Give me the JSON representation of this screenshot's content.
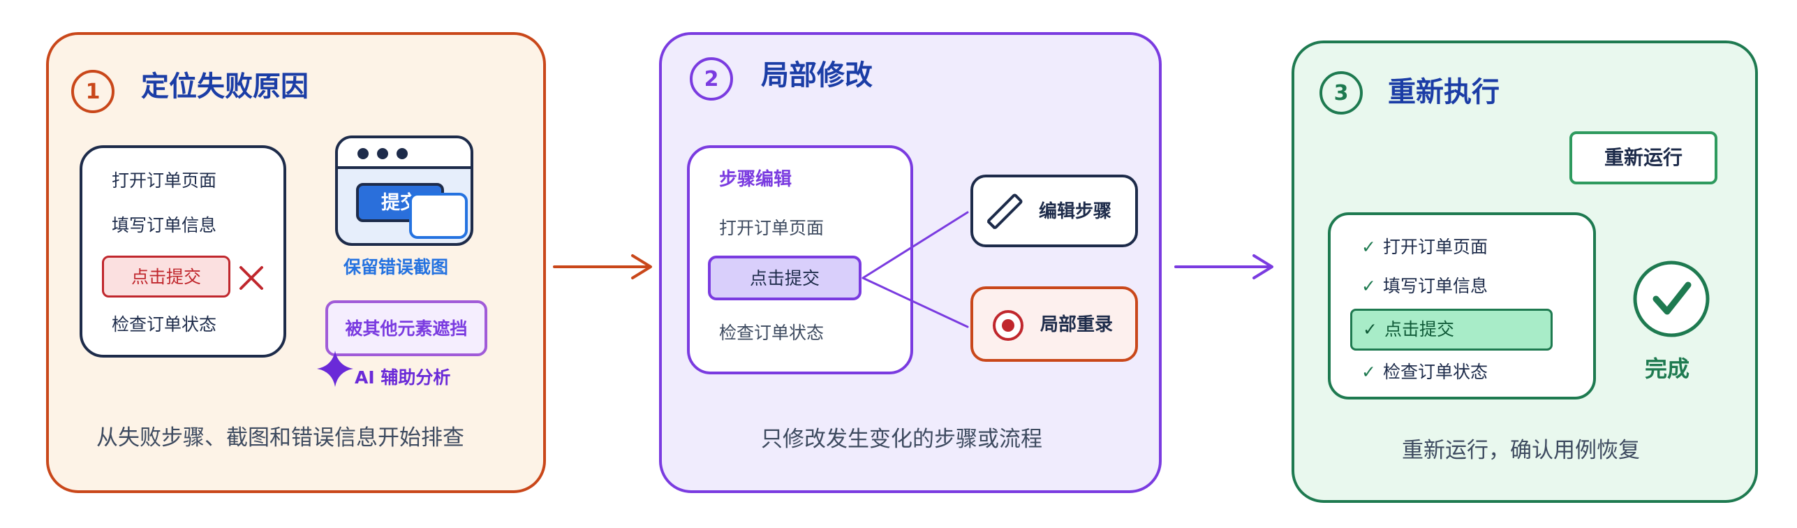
{
  "colors": {
    "panel1_border": "#c9471a",
    "panel1_bg": "#fdf3e7",
    "panel2_border": "#7a3be0",
    "panel2_bg": "#f0ecfd",
    "panel3_border": "#1e7a50",
    "panel3_bg": "#e9f8ee",
    "navy": "#1d2b4a",
    "blue": "#2472e0",
    "red": "#c0272d",
    "green": "#1e7a50"
  },
  "panel1": {
    "number": "1",
    "title": "定位失败原因",
    "steps": [
      "打开订单页面",
      "填写订单信息",
      "点击提交",
      "检查订单状态"
    ],
    "submit_button_label": "提交",
    "screenshot_caption": "保留错误截图",
    "obstruction_note": "被其他元素遮挡",
    "ai_label": "AI 辅助分析",
    "footer": "从失败步骤、截图和错误信息开始排查"
  },
  "panel2": {
    "number": "2",
    "title": "局部修改",
    "editor_title": "步骤编辑",
    "steps": [
      "打开订单页面",
      "点击提交",
      "检查订单状态"
    ],
    "edit_step_label": "编辑步骤",
    "partial_record_label": "局部重录",
    "footer": "只修改发生变化的步骤或流程"
  },
  "panel3": {
    "number": "3",
    "title": "重新执行",
    "rerun_button": "重新运行",
    "check_mark": "✓",
    "steps": [
      "打开订单页面",
      "填写订单信息",
      "点击提交",
      "检查订单状态"
    ],
    "done_label": "完成",
    "footer": "重新运行，确认用例恢复"
  },
  "icons": [
    "close-icon",
    "sparkle-icon",
    "pencil-icon",
    "record-icon",
    "checkmark-icon",
    "arrow-right-icon",
    "connector-lines"
  ]
}
